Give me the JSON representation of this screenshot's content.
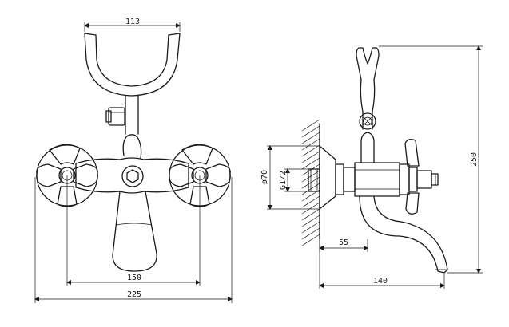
{
  "front_view": {
    "dims": {
      "shower_holder_width": "113",
      "handle_spacing": "150",
      "overall_width": "225"
    }
  },
  "side_view": {
    "dims": {
      "flange_diameter": "ø70",
      "thread": "G1/2",
      "wall_to_body": "55",
      "spout_reach": "140",
      "height": "250"
    }
  }
}
